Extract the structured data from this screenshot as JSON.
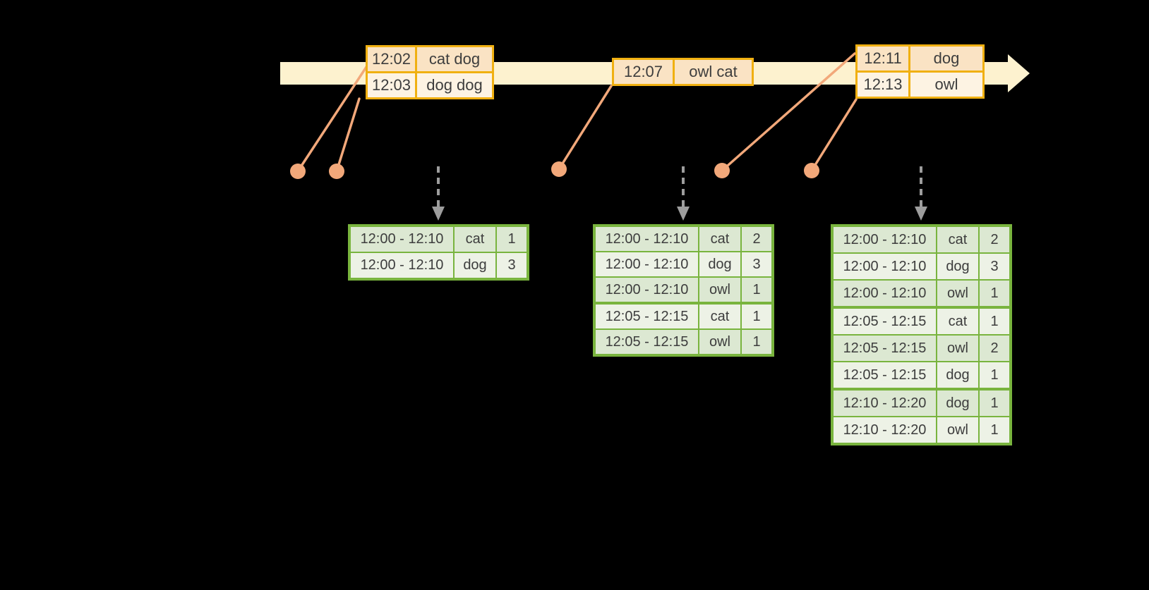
{
  "colors": {
    "background": "#000000",
    "timeline_fill": "#fdf2cf",
    "event_table_border": "#f0b011",
    "event_row_dark": "#fae3c4",
    "event_row_light": "#fdf3e3",
    "connector_orange": "#f2a87a",
    "trigger_arrow_gray": "#9d9d9d",
    "result_table_border": "#79b43e",
    "result_row_dark": "#dce8d2",
    "result_row_light": "#edf2e6",
    "text": "#3d3d3d"
  },
  "icons": {
    "timeline_arrowhead": "right-arrow",
    "trigger_arrow": "down-arrow",
    "event_marker": "dot"
  },
  "event_tables": [
    {
      "rows": [
        {
          "time": "12:02",
          "words": "cat dog"
        },
        {
          "time": "12:03",
          "words": "dog dog"
        }
      ]
    },
    {
      "rows": [
        {
          "time": "12:07",
          "words": "owl cat"
        }
      ]
    },
    {
      "rows": [
        {
          "time": "12:11",
          "words": "dog"
        },
        {
          "time": "12:13",
          "words": "owl"
        }
      ]
    }
  ],
  "result_tables": [
    {
      "rows": [
        {
          "window": "12:00 - 12:10",
          "word": "cat",
          "count": "1"
        },
        {
          "window": "12:00 - 12:10",
          "word": "dog",
          "count": "3"
        }
      ]
    },
    {
      "rows": [
        {
          "window": "12:00 - 12:10",
          "word": "cat",
          "count": "2"
        },
        {
          "window": "12:00 - 12:10",
          "word": "dog",
          "count": "3"
        },
        {
          "window": "12:00 - 12:10",
          "word": "owl",
          "count": "1"
        },
        {
          "window": "12:05 - 12:15",
          "word": "cat",
          "count": "1"
        },
        {
          "window": "12:05 - 12:15",
          "word": "owl",
          "count": "1"
        }
      ]
    },
    {
      "rows": [
        {
          "window": "12:00 - 12:10",
          "word": "cat",
          "count": "2"
        },
        {
          "window": "12:00 - 12:10",
          "word": "dog",
          "count": "3"
        },
        {
          "window": "12:00 - 12:10",
          "word": "owl",
          "count": "1"
        },
        {
          "window": "12:05 - 12:15",
          "word": "cat",
          "count": "1"
        },
        {
          "window": "12:05 - 12:15",
          "word": "owl",
          "count": "2"
        },
        {
          "window": "12:05 - 12:15",
          "word": "dog",
          "count": "1"
        },
        {
          "window": "12:10 - 12:20",
          "word": "dog",
          "count": "1"
        },
        {
          "window": "12:10 - 12:20",
          "word": "owl",
          "count": "1"
        }
      ]
    }
  ]
}
